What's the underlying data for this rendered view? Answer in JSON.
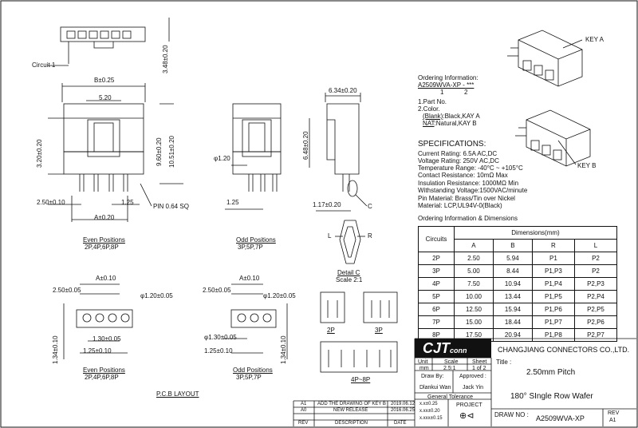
{
  "front_view": {
    "circuit_label": "Circuit 1",
    "dim_b": "B±0.25",
    "dim_520": "5.20",
    "dim_3_20": "3.20±0.20",
    "dim_9_60": "9.60±0.20",
    "dim_10_51": "10.51±0.20",
    "dim_3_48": "3.48±0.20",
    "dim_2_50": "2.50±0.10",
    "dim_1_25": "1.25",
    "dim_a": "A±0.20",
    "pin_label": "PIN 0.64 SQ",
    "caption_even": "Even Positions",
    "caption_even_sub": "2P,4P,6P,8P"
  },
  "side_view": {
    "dim_phi": "φ1.20",
    "dim_1_25": "1.25",
    "caption_odd": "Odd Positions",
    "caption_odd_sub": "3P,5P,7P",
    "dim_6_34": "6.34±0.20",
    "dim_6_48": "6.48±0.20",
    "dim_1_17": "1.17±0.20",
    "label_c": "C",
    "label_l": "L",
    "label_r": "R",
    "detail": "Detail C",
    "scale": "Scale  2:1"
  },
  "pcb": {
    "even_dim_a": "A±0.10",
    "even_dim_250": "2.50±0.05",
    "even_hole": "φ1.20±0.05",
    "even_dim_130": "1.30±0.05",
    "even_dim_125": "1.25±0.10",
    "even_dim_134": "1.34±0.10",
    "even_caption": "Even Positions",
    "even_caption_sub": "2P,4P,6P,8P",
    "odd_dim_250": "2.50±0.05",
    "odd_dim_a": "A±0.10",
    "odd_hole": "φ1.20±0.05",
    "odd_hole2": "φ1.30±0.05",
    "odd_dim_125": "1.25±0.10",
    "odd_dim_134": "1.34±0.10",
    "odd_caption": "Odd Positions",
    "odd_caption_sub": "3P,5P,7P",
    "layout_title": "P.C.B LAYOUT"
  },
  "ordering": {
    "title": "Ordering Information:",
    "code": "A2509WVA-XP - ***",
    "num1": "1",
    "num2": "2",
    "line1": "1.Part No.",
    "line2": "2.Color.",
    "line3a": "(Blank)",
    "line3b": ":Black,KAY A",
    "line4a": "NAT",
    "line4b": ":Natural,KAY B"
  },
  "specs": {
    "title": "SPECIFICATIONS:",
    "lines": [
      "Current Rating: 6.5A AC,DC",
      "Voltage Rating: 250V AC,DC",
      "Temperature Range: -40°C ~ +105°C",
      "Contact Resistance: 10mΩ Max",
      "Insulation Resistance: 1000MΩ Min",
      "Withstanding Voltage:1500VAC/minute",
      "Pin Material: Brass/Tin over Nickel",
      "Material: LCP,UL94V-0(Black)"
    ],
    "table_title": "Ordering Information & Dimensions"
  },
  "dim_table": {
    "col_circuits": "Circuits",
    "col_dimensions": "Dimensions(mm)",
    "cols": [
      "A",
      "B",
      "R",
      "L"
    ],
    "rows": [
      [
        "2P",
        "2.50",
        "5.94",
        "P1",
        "P2"
      ],
      [
        "3P",
        "5.00",
        "8.44",
        "P1,P3",
        "P2"
      ],
      [
        "4P",
        "7.50",
        "10.94",
        "P1,P4",
        "P2,P3"
      ],
      [
        "5P",
        "10.00",
        "13.44",
        "P1,P5",
        "P2,P4"
      ],
      [
        "6P",
        "12.50",
        "15.94",
        "P1,P6",
        "P2,P5"
      ],
      [
        "7P",
        "15.00",
        "18.44",
        "P1,P7",
        "P2,P6"
      ],
      [
        "8P",
        "17.50",
        "20.94",
        "P1,P8",
        "P2,P7"
      ]
    ]
  },
  "iso": {
    "key_a": "KEY A",
    "key_b": "KEY B"
  },
  "pin_views": {
    "p2": "2P",
    "p3": "3P",
    "p4_8": "4P~8P"
  },
  "title_block": {
    "logo": "CJT",
    "logo_small": "conn",
    "company": "CHANGJIANG CONNECTORS CO.,LTD.",
    "unit_h": "Unit",
    "scale_h": "Scale",
    "sheet_h": "Sheet",
    "unit_v": "mm",
    "scale_v": "2.5:1",
    "sheet_v": "1 of 2",
    "draw_by": "Draw By:",
    "approved": "Approved :",
    "drawer": "Dlankui Wan",
    "approver": "Jack Yin",
    "tolerance": "General Tolerance",
    "tol1": "x.x±0.25",
    "tol2": "x.xx±0.20",
    "tol3": "x.xxx±0.15",
    "project": "PROJECT",
    "title_label": "Title :",
    "title1": "2.50mm Pitch",
    "title2": "180° SIngle Row Wafer",
    "draw_no_label": "DRAW NO :",
    "draw_no": "A2509WVA-XP",
    "rev_label": "REV",
    "rev": "A1"
  },
  "revisions": {
    "rows": [
      [
        "A1",
        "ADD THE DRAWING OF KEY B",
        "2019.06.12"
      ],
      [
        "A0",
        "NEW RELEASE",
        "2016.06.25"
      ]
    ],
    "h_rev": "REV",
    "h_desc": "DESCRIPTION",
    "h_date": "DATE"
  }
}
